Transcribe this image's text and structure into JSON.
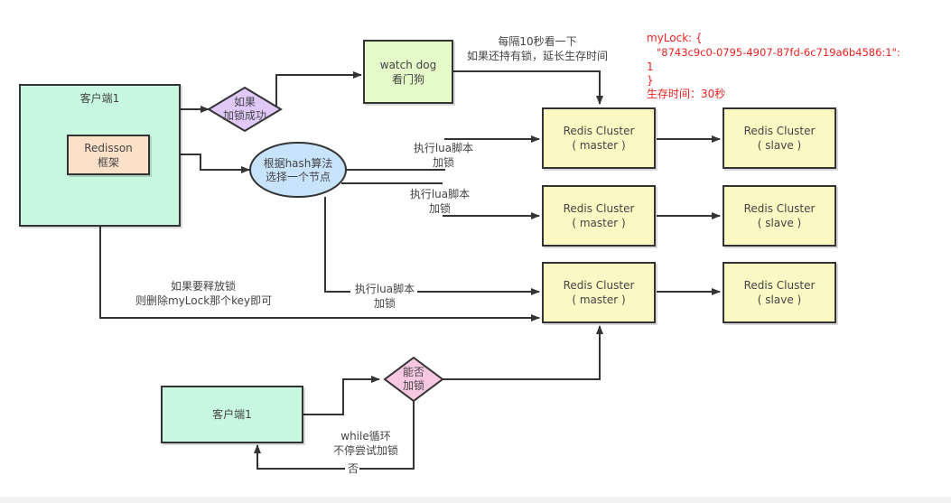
{
  "diagram": {
    "client_top": {
      "title": "客户端1"
    },
    "redisson": {
      "line1": "Redisson",
      "line2": "框架"
    },
    "decision_lock_success": {
      "line1": "如果",
      "line2": "加锁成功"
    },
    "watchdog": {
      "line1": "watch dog",
      "line2": "看门狗"
    },
    "watchdog_note": {
      "line1": "每隔10秒看一下",
      "line2": "如果还持有锁，延长生存时间"
    },
    "hash_select": {
      "line1": "根据hash算法",
      "line2": "选择一个节点"
    },
    "lua_labels": [
      {
        "line1": "执行lua脚本",
        "line2": "加锁"
      },
      {
        "line1": "执行lua脚本",
        "line2": "加锁"
      },
      {
        "line1": "执行lua脚本",
        "line2": "加锁"
      }
    ],
    "release_note": {
      "line1": "如果要释放锁",
      "line2": "则删除myLock那个key即可"
    },
    "masters": [
      {
        "line1": "Redis Cluster",
        "line2": "( master )"
      },
      {
        "line1": "Redis Cluster",
        "line2": "( master )"
      },
      {
        "line1": "Redis Cluster",
        "line2": "( master )"
      }
    ],
    "slaves": [
      {
        "line1": "Redis Cluster",
        "line2": "( slave )"
      },
      {
        "line1": "Redis Cluster",
        "line2": "( slave )"
      },
      {
        "line1": "Redis Cluster",
        "line2": "( slave )"
      }
    ],
    "lock_info": {
      "line1": "myLock: {",
      "line2": "   \"8743c9c0-0795-4907-87fd-6c719a6b4586:1\":",
      "line3": "1",
      "line4": "}",
      "line5": "生存时间：30秒"
    },
    "client_bottom": {
      "title": "客户端1"
    },
    "decision_can_lock": {
      "line1": "能否",
      "line2": "加锁"
    },
    "loop_note": {
      "line1": "while循环",
      "line2": "不停尝试加锁"
    },
    "no_label": "否",
    "colors": {
      "client": "#c8f8e0",
      "redisson": "#fde0c8",
      "watchdog": "#e4fac8",
      "redis": "#fbf8c4",
      "decision_success": "#e0c8f8",
      "hash_node": "#c8e4fc",
      "decision_can_lock": "#f8c8e0",
      "lock_info_text": "#ee2222"
    }
  }
}
